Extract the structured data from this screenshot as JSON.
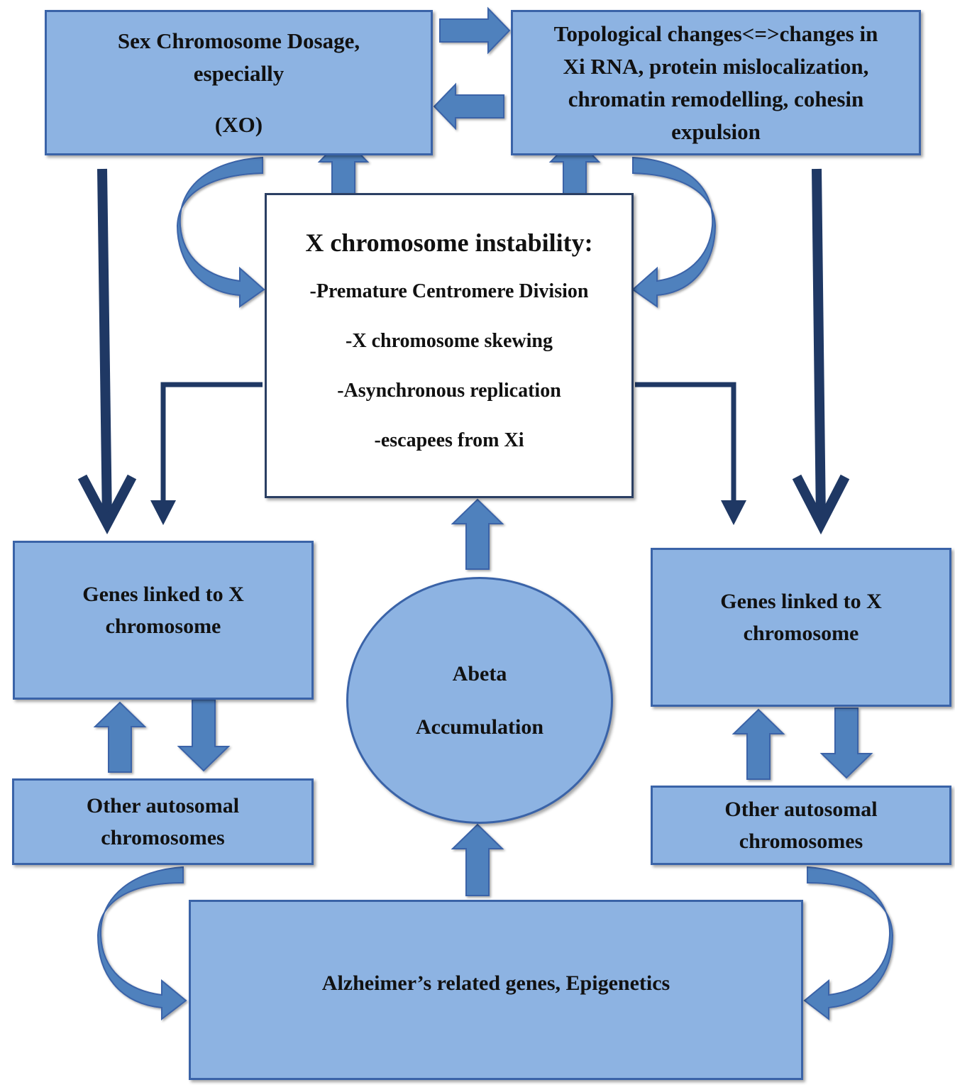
{
  "boxes": {
    "dosage": {
      "lines": [
        "Sex Chromosome Dosage,",
        "especially",
        "(XO)"
      ]
    },
    "topological": {
      "lines": [
        "Topological changes<=>changes in",
        "Xi RNA, protein mislocalization,",
        "chromatin remodelling, cohesin",
        "expulsion"
      ]
    },
    "instability": {
      "heading": "X chromosome instability:",
      "items": [
        "-Premature Centromere Division",
        "-X chromosome skewing",
        "-Asynchronous replication",
        "-escapees from Xi"
      ]
    },
    "genes_left": {
      "lines": [
        "Genes linked to X",
        "chromosome"
      ]
    },
    "genes_right": {
      "lines": [
        "Genes linked to X",
        "chromosome"
      ]
    },
    "autosomal_left": {
      "lines": [
        "Other autosomal",
        "chromosomes"
      ]
    },
    "autosomal_right": {
      "lines": [
        "Other autosomal",
        "chromosomes"
      ]
    },
    "abeta": {
      "lines": [
        "Abeta",
        "Accumulation"
      ]
    },
    "alzheimers": {
      "label": "Alzheimer’s related genes, Epigenetics"
    }
  },
  "colors": {
    "box_fill": "#8db3e2",
    "box_border": "#3a63a8",
    "block_arrow": "#4f81bd",
    "dark_arrow": "#1f3864"
  }
}
